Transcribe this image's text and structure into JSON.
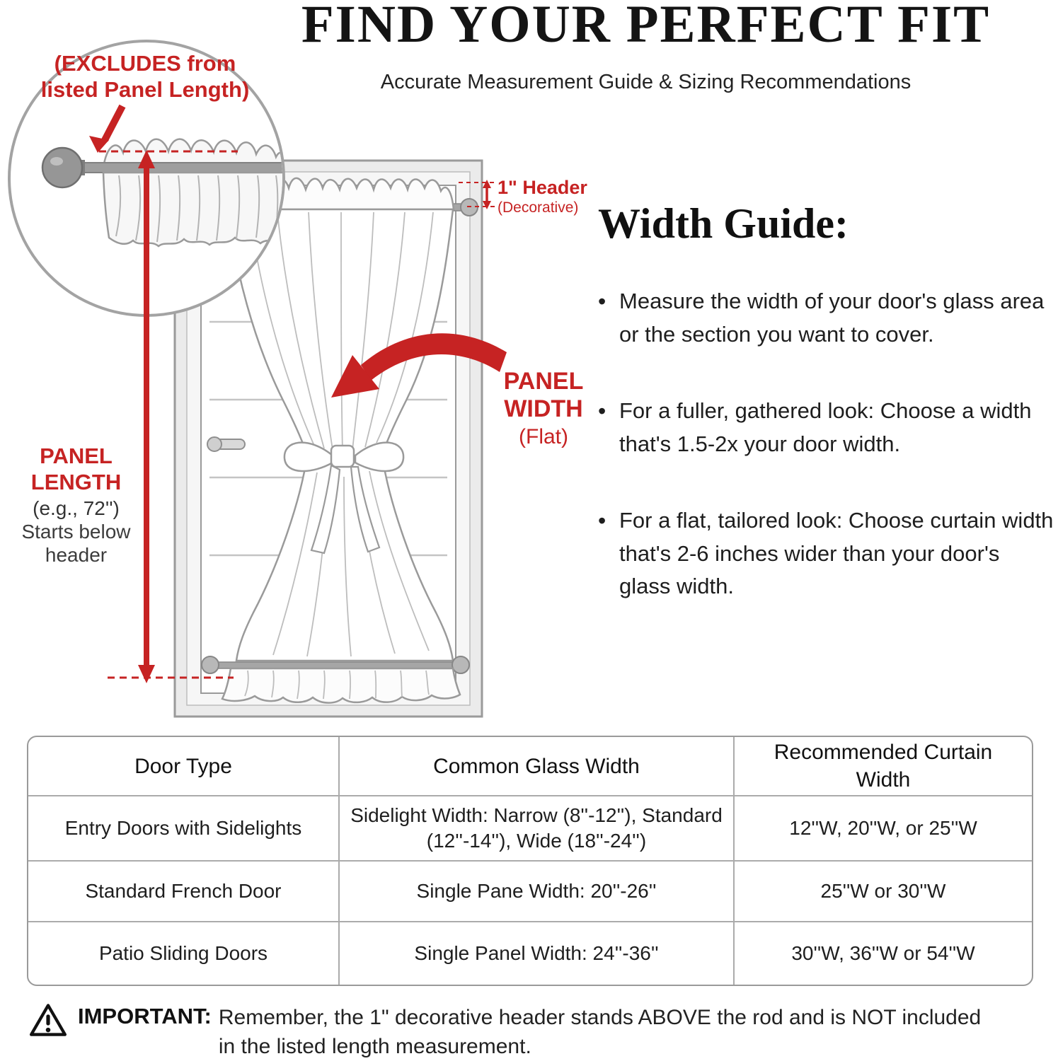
{
  "page": {
    "title": "FIND YOUR PERFECT FIT",
    "subtitle": "Accurate Measurement Guide & Sizing Recommendations"
  },
  "diagram": {
    "excludes_note_line1": "(EXCLUDES from",
    "excludes_note_line2": "listed Panel Length)",
    "panel_length": {
      "title": "PANEL LENGTH",
      "example": "(e.g., 72'')",
      "note": "Starts below header"
    },
    "header_callout": {
      "line1": "1\" Header",
      "line2": "(Decorative)"
    },
    "panel_width": {
      "title": "PANEL WIDTH",
      "note": "(Flat)"
    }
  },
  "width_guide": {
    "heading": "Width Guide:",
    "bullets": [
      "Measure the width of your door's glass area or the section you want to cover.",
      "For a fuller, gathered look: Choose a width that's 1.5-2x your door width.",
      "For a flat, tailored look: Choose curtain width that's 2-6 inches wider than your door's glass width."
    ]
  },
  "table": {
    "headers": [
      "Door Type",
      "Common Glass Width",
      "Recommended Curtain Width"
    ],
    "rows": [
      [
        "Entry Doors with Sidelights",
        "Sidelight Width: Narrow (8''-12''), Standard (12''-14''), Wide (18''-24'')",
        "12''W, 20''W, or 25''W"
      ],
      [
        "Standard French Door",
        "Single Pane Width: 20''-26''",
        "25''W or 30''W"
      ],
      [
        "Patio Sliding Doors",
        "Single Panel Width: 24''-36''",
        "30''W, 36''W or 54''W"
      ]
    ]
  },
  "important": {
    "label": "IMPORTANT:",
    "text": "Remember, the 1\" decorative header stands ABOVE the rod and is NOT included in the listed length measurement."
  },
  "colors": {
    "accent_red": "#c62323",
    "line_gray": "#9a9a9a",
    "text_dark": "#1c1c1c"
  }
}
